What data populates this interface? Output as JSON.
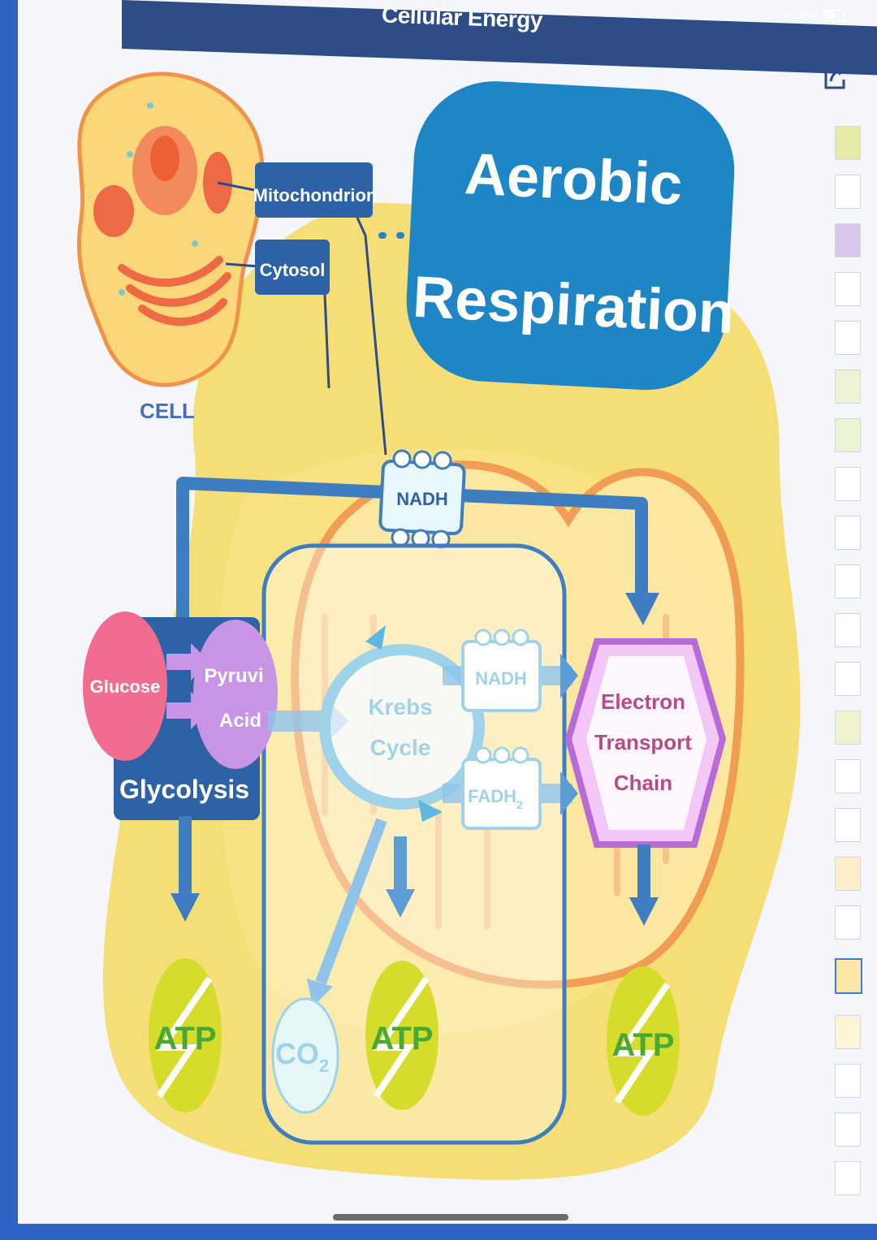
{
  "window": {
    "title": "Cellular Energy",
    "battery": "52%"
  },
  "diagram": {
    "title_line1": "Aerobic",
    "title_line2": "Respiration",
    "cell_label": "CELL",
    "mitochondrion_label": "Mitochondrion",
    "cytosol_label": "Cytosol",
    "nadh_top": "NADH",
    "glucose": "Glucose",
    "pyruvic_line1": "Pyruvi",
    "pyruvic_line2": "Acid",
    "glycolysis": "Glycolysis",
    "krebs_line1": "Krebs",
    "krebs_line2": "Cycle",
    "nadh_mid": "NADH",
    "fadh": "FADH",
    "fadh_sub": "2",
    "etc_line1": "Electron",
    "etc_line2": "Transport",
    "etc_line3": "Chain",
    "co2": "CO",
    "co2_sub": "2",
    "atp_left": "ATP",
    "atp_mid": "ATP",
    "atp_right": "ATP"
  },
  "colors": {
    "title_bubble": "#1f86c6",
    "blob": "#f7d54a",
    "arrow": "#3e7ec0",
    "atp": "#d6dc2c",
    "etc": "#b86ad6"
  }
}
